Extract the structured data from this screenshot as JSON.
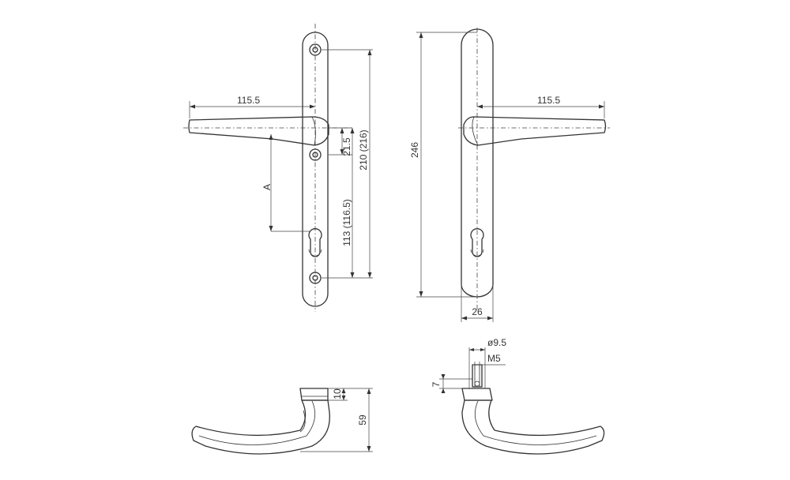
{
  "dimensions": {
    "front_lever_projection": "115.5",
    "back_lever_projection": "115.5",
    "lever_to_fixing": "21.5",
    "fixing_centres": "210 (216)",
    "lever_to_cylinder": "113 (116.5)",
    "backplate_length": "246",
    "backplate_width": "26",
    "backset_label": "A",
    "spindle_diameter": "ø9.5",
    "screw_thread": "M5",
    "spindle_offset": "7",
    "rose_height": "10",
    "lever_height": "59"
  }
}
